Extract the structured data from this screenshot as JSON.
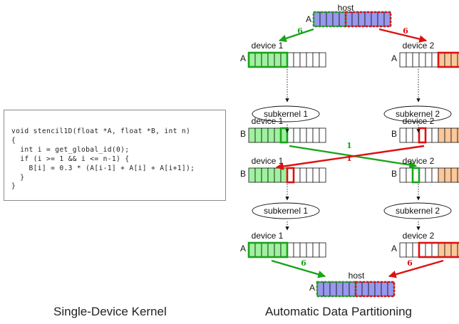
{
  "code": {
    "lines": [
      "void stencil1D(float *A, float *B, int n)",
      "{",
      "  int i = get_global_id(0);",
      "",
      "  if (i >= 1 && i <= n-1) {",
      "    B[i] = 0.3 * (A[i-1] + A[i] + A[i+1]);",
      "  }",
      "}"
    ]
  },
  "captions": {
    "left": "Single-Device Kernel",
    "right": "Automatic Data Partitioning"
  },
  "labels": {
    "host": "host",
    "device1": "device 1",
    "device2": "device 2",
    "subkernel1": "subkernel 1",
    "subkernel2": "subkernel 2",
    "array_a": "A",
    "array_b": "B",
    "transfer_6": "6",
    "transfer_1": "1"
  },
  "colors": {
    "green": "#1aa31a",
    "red": "#dd1111",
    "light_green": "#9ff29f",
    "light_orange": "#fcc79a",
    "blue_fill": "#9898ee"
  }
}
